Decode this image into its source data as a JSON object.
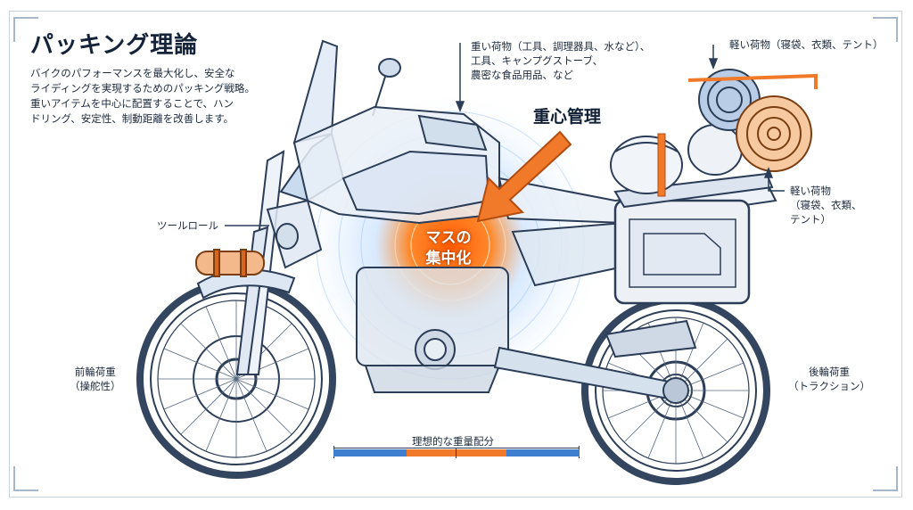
{
  "title": "パッキング理論",
  "intro": [
    "バイクのパフォーマンスを最大化し、安全な",
    "ライディングを実現するためのパッキング戦略。",
    "重いアイテムを中心に配置することで、ハン",
    "ドリング、安定性、制動距離を改善します。"
  ],
  "heavy_cargo": [
    "重い荷物（工具、調理器具、水など）、",
    "工具、キャンプグストーブ、",
    "農密な食品用品、など"
  ],
  "light_cargo_top": "軽い荷物（寝袋、衣類、テント）",
  "light_cargo_side": [
    "軽い荷物",
    "（寝袋、衣類、",
    "テント）"
  ],
  "tool_roll": "ツールロール",
  "front_load": [
    "前輪荷重",
    "（操舵性）"
  ],
  "rear_load": [
    "後輪荷重",
    "（トラクション）"
  ],
  "center_heading": "重心管理",
  "mass_label": [
    "マスの",
    "集中化"
  ],
  "ideal_label": "理想的な重量配分",
  "colors": {
    "accent_orange": "#f07a2a",
    "accent_blue": "#3f7fcf",
    "line": "#2b3d57"
  }
}
